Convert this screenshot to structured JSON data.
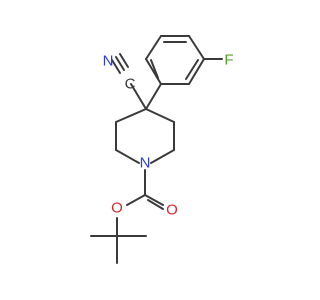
{
  "molecule": {
    "atoms": {
      "n_nitrile": {
        "symbol": "N",
        "color": "#2d3fd3"
      },
      "c_nitrile": {
        "symbol": "C",
        "color": "#3a3a3a"
      },
      "f": {
        "symbol": "F",
        "color": "#5aa02c"
      },
      "n_ring": {
        "symbol": "N",
        "color": "#2d3fd3"
      },
      "o_ether": {
        "symbol": "O",
        "color": "#d6282f"
      },
      "o_carbonyl": {
        "symbol": "O",
        "color": "#d6282f"
      }
    },
    "bond_color": "#3a3a3a"
  }
}
